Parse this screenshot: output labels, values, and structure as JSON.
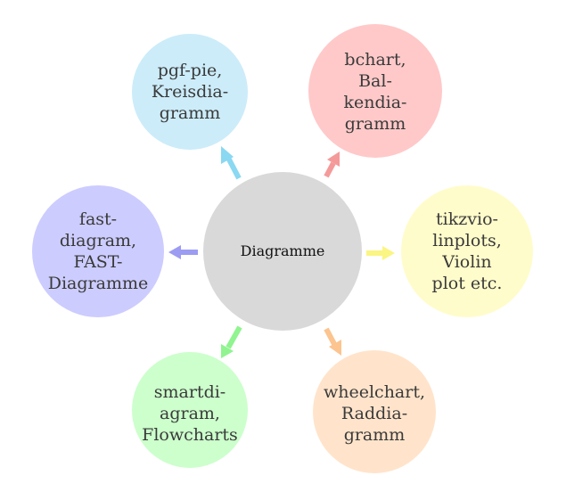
{
  "center": {
    "label": "Diagramme",
    "color": "#d9d9d9"
  },
  "nodes": [
    {
      "id": "pgf-pie",
      "lines": [
        "pgf-pie,",
        "Kreisdia-",
        "gramm"
      ],
      "color": "#ccecf9",
      "arrow": "#8ad8f2"
    },
    {
      "id": "bchart",
      "lines": [
        "bchart,",
        "Bal-",
        "kendia-",
        "gramm"
      ],
      "color": "#ffc9c9",
      "arrow": "#f59a9a"
    },
    {
      "id": "tikzviolin",
      "lines": [
        "tikzvio-",
        "linplots,",
        "Violin",
        "plot etc."
      ],
      "color": "#fffccb",
      "arrow": "#fbf583"
    },
    {
      "id": "wheelchart",
      "lines": [
        "wheelchart,",
        "Raddia-",
        "gramm"
      ],
      "color": "#ffe4cb",
      "arrow": "#fcc48f"
    },
    {
      "id": "smartdiagram",
      "lines": [
        "smartdi-",
        "agram,",
        "Flowcharts"
      ],
      "color": "#ccffcc",
      "arrow": "#90f490"
    },
    {
      "id": "fastdiagram",
      "lines": [
        "fast-",
        "diagram,",
        "FAST-",
        "Diagramme"
      ],
      "color": "#ccccff",
      "arrow": "#9c9cf3"
    }
  ]
}
